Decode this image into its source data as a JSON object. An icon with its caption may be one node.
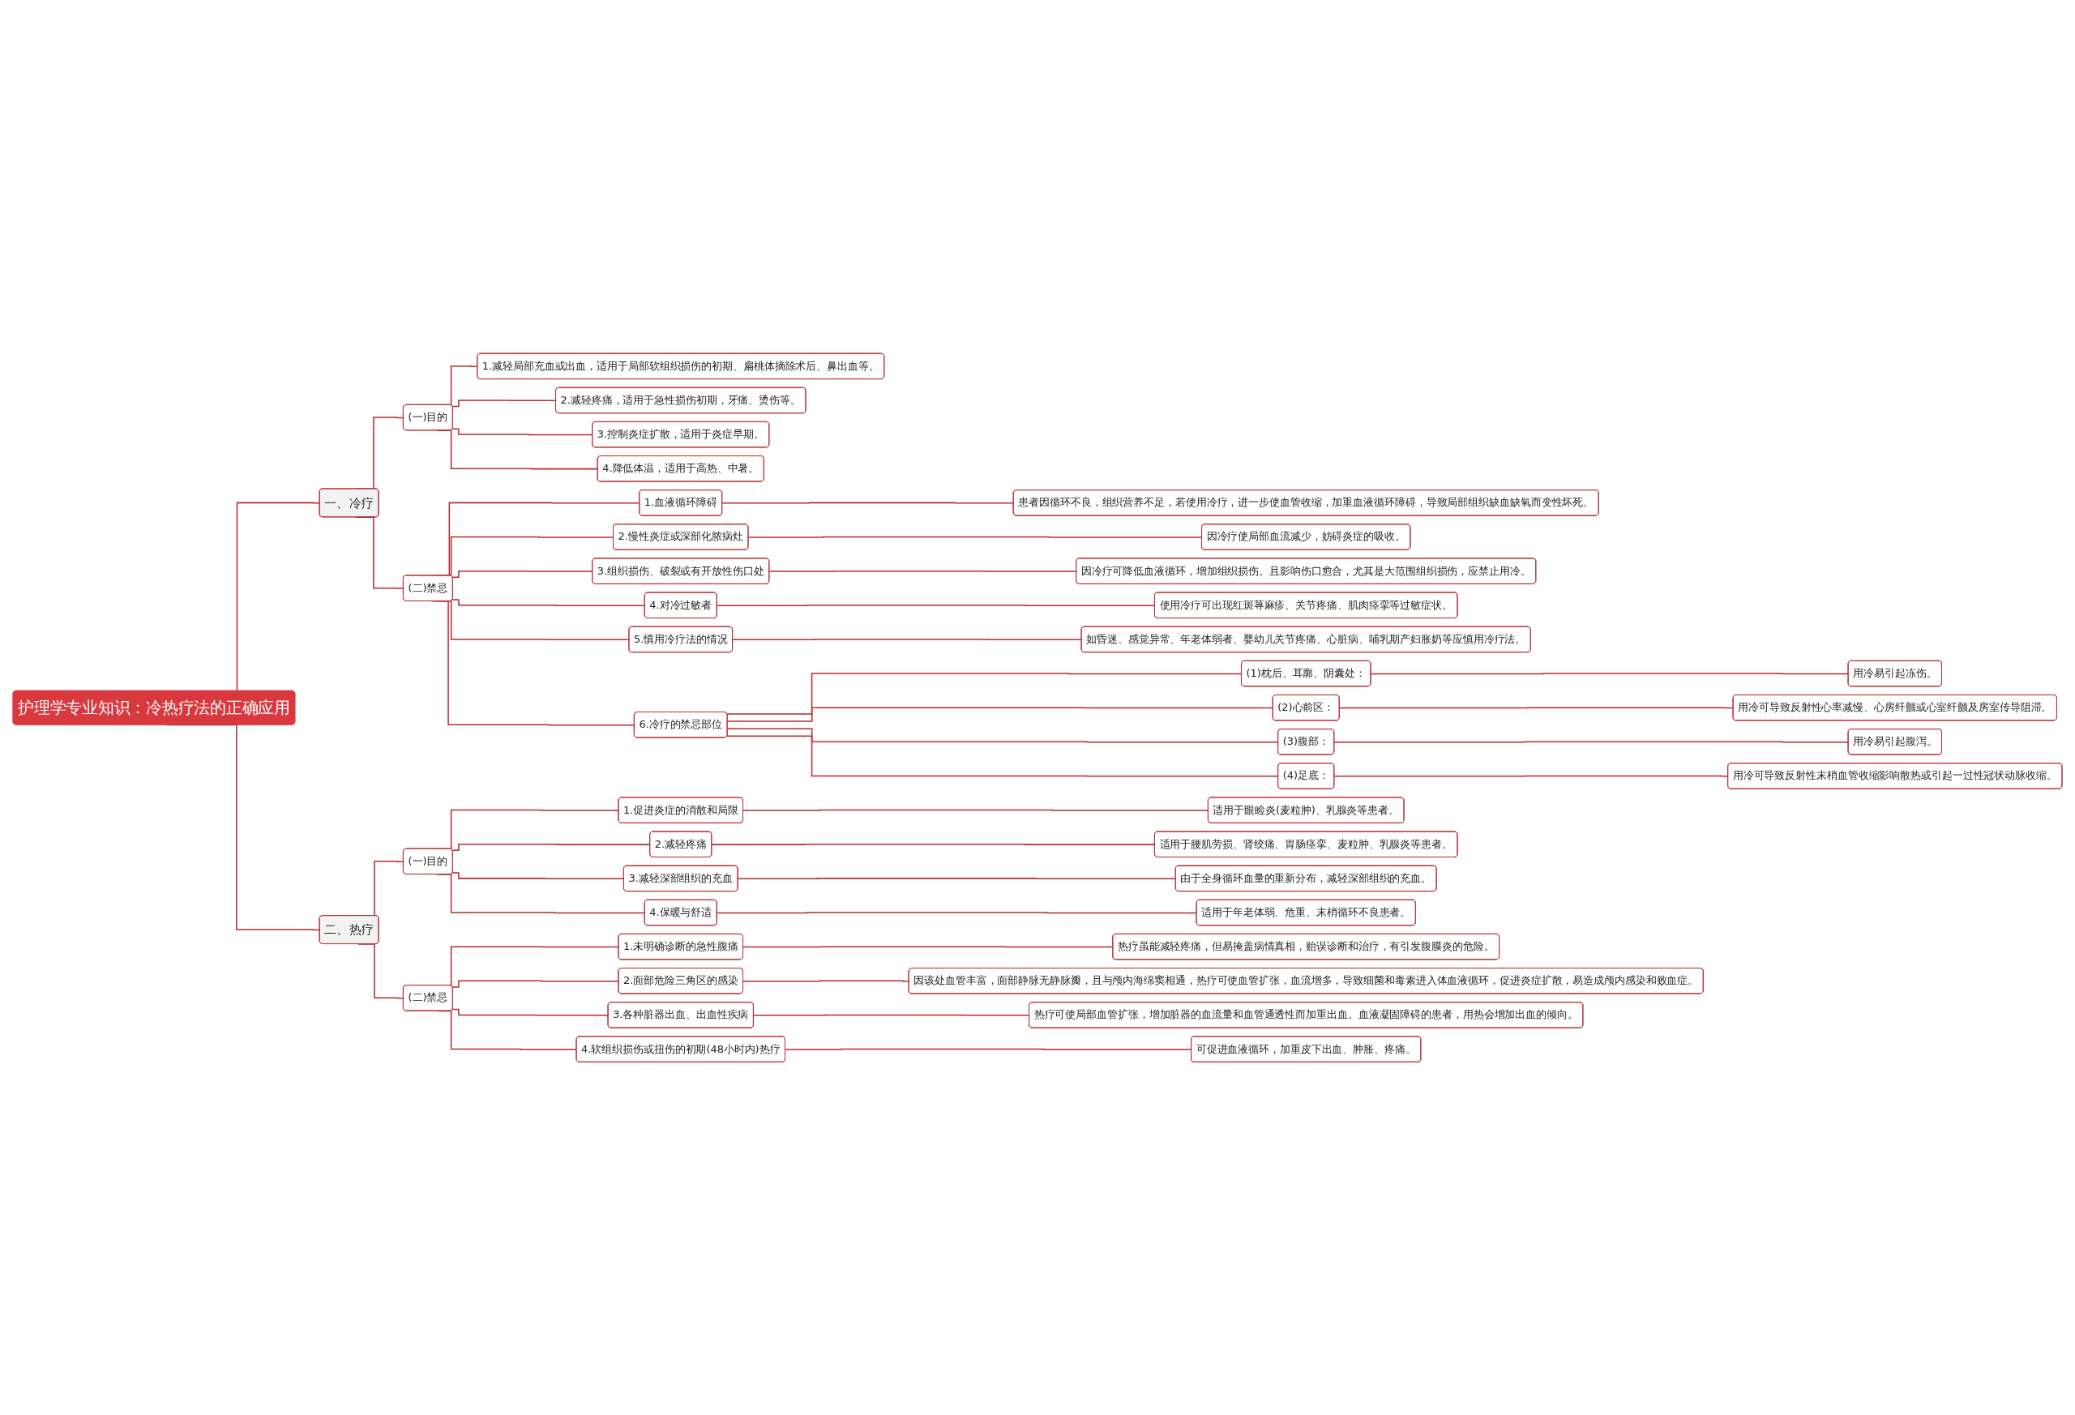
{
  "diagram": {
    "nodes": [
      {
        "text": [
          "护理学专业知识：冷热疗法的正确应用"
        ]
      },
      {
        "text": [
          "一、冷疗"
        ]
      },
      {
        "text": [
          "(一)目的"
        ]
      },
      {
        "text": [
          "1.减轻局部充血或出血，适用于局部软组织损伤的初期、扁桃体摘除术后、鼻出血等。"
        ]
      },
      {
        "text": [
          "2.减轻疼痛，适用于急性损伤初期，牙痛、烫伤等。"
        ]
      },
      {
        "text": [
          "3.控制炎症扩散，适用于炎症早期。"
        ]
      },
      {
        "text": [
          "4.降低体温，适用于高热、中暑。"
        ]
      },
      {
        "text": [
          "(二)禁忌"
        ]
      },
      {
        "text": [
          "1.血液循环障碍"
        ]
      },
      {
        "text": [
          "患者因循环不良，组织营养不足，若使用冷疗，进一步使血管收缩，加重血液循环障碍，导致局部组织缺血缺氧而变性坏死。"
        ]
      },
      {
        "text": [
          "2.慢性炎症或深部化脓病灶"
        ]
      },
      {
        "text": [
          "因冷疗使局部血流减少，妨碍炎症的吸收。"
        ]
      },
      {
        "text": [
          "3.组织损伤、破裂或有开放性伤口处"
        ]
      },
      {
        "text": [
          "因冷疗可降低血液循环，增加组织损伤。且影响伤口愈合，尤其是大范围组织损伤，应禁止用冷。"
        ]
      },
      {
        "text": [
          "4.对冷过敏者"
        ]
      },
      {
        "text": [
          "使用冷疗可出现红斑荨麻疹、关节疼痛、肌肉痉挛等过敏症状。"
        ]
      },
      {
        "text": [
          "5.慎用冷疗法的情况"
        ]
      },
      {
        "text": [
          "如昏迷、感觉异常、年老体弱者、婴幼儿关节疼痛、心脏病、哺乳期产妇胀奶等应慎用冷疗法。"
        ]
      },
      {
        "text": [
          "6.冷疗的禁忌部位"
        ]
      },
      {
        "text": [
          "(1)枕后、耳廓、阴囊处："
        ]
      },
      {
        "text": [
          "用冷易引起冻伤。"
        ]
      },
      {
        "text": [
          "(2)心前区："
        ]
      },
      {
        "text": [
          "用冷可导致反射性心率减慢、心房纤颤或心室纤颤及房室传导阻滞。"
        ]
      },
      {
        "text": [
          "(3)腹部："
        ]
      },
      {
        "text": [
          "用冷易引起腹泻。"
        ]
      },
      {
        "text": [
          "(4)足底："
        ]
      },
      {
        "text": [
          "用冷可导致反射性末梢血管收缩影响散热或引起一过性冠状动脉收缩。"
        ]
      },
      {
        "text": [
          "二、热疗"
        ]
      },
      {
        "text": [
          "(一)目的"
        ]
      },
      {
        "text": [
          "1.促进炎症的消散和局限"
        ]
      },
      {
        "text": [
          "适用于眼睑炎(麦粒肿)、乳腺炎等患者。"
        ]
      },
      {
        "text": [
          "2.减轻疼痛"
        ]
      },
      {
        "text": [
          "适用于腰肌劳损、肾绞痛、胃肠痉挛、麦粒肿、乳腺炎等患者。"
        ]
      },
      {
        "text": [
          "3.减轻深部组织的充血"
        ]
      },
      {
        "text": [
          "由于全身循环血量的重新分布，减轻深部组织的充血。"
        ]
      },
      {
        "text": [
          "4.保暖与舒适"
        ]
      },
      {
        "text": [
          "适用于年老体弱、危重、末梢循环不良患者。"
        ]
      },
      {
        "text": [
          "(二)禁忌"
        ]
      },
      {
        "text": [
          "1.未明确诊断的急性腹痛"
        ]
      },
      {
        "text": [
          "热疗虽能减轻疼痛，但易掩盖病情真相，贻误诊断和治疗，有引发腹膜炎的危险。"
        ]
      },
      {
        "text": [
          "2.面部危险三角区的感染"
        ]
      },
      {
        "text": [
          "因该处血管丰富，面部静脉无静脉瓣，且与颅内海绵窦相通，热疗可使血管扩张，血流增多，导致细菌和毒素进入体血液循环，促进炎症扩散，易造成颅内感染和败血症。"
        ]
      },
      {
        "text": [
          "3.各种脏器出血、出血性疾病"
        ]
      },
      {
        "text": [
          "热疗可使局部血管扩张，增加脏器的血流量和血管通透性而加重出血。血液凝固障碍的患者，用热会增加出血的倾向。"
        ]
      },
      {
        "text": [
          "4.软组织损伤或扭伤的初期(48小时内)热疗"
        ]
      },
      {
        "text": [
          "可促进血液循环，加重皮下出血、肿胀、疼痛。"
        ]
      }
    ],
    "edges": [
      {
        "from": 0,
        "to": 1,
        "arrow": "none"
      },
      {
        "from": 1,
        "to": 2,
        "arrow": "none"
      },
      {
        "from": 2,
        "to": 3,
        "arrow": "none"
      },
      {
        "from": 2,
        "to": 4,
        "arrow": "none"
      },
      {
        "from": 2,
        "to": 5,
        "arrow": "none"
      },
      {
        "from": 2,
        "to": 6,
        "arrow": "none"
      },
      {
        "from": 1,
        "to": 7,
        "arrow": "none"
      },
      {
        "from": 7,
        "to": 8,
        "arrow": "none"
      },
      {
        "from": 8,
        "to": 9,
        "arrow": "none"
      },
      {
        "from": 7,
        "to": 10,
        "arrow": "none"
      },
      {
        "from": 10,
        "to": 11,
        "arrow": "none"
      },
      {
        "from": 7,
        "to": 12,
        "arrow": "none"
      },
      {
        "from": 12,
        "to": 13,
        "arrow": "none"
      },
      {
        "from": 7,
        "to": 14,
        "arrow": "none"
      },
      {
        "from": 14,
        "to": 15,
        "arrow": "none"
      },
      {
        "from": 7,
        "to": 16,
        "arrow": "none"
      },
      {
        "from": 16,
        "to": 17,
        "arrow": "none"
      },
      {
        "from": 7,
        "to": 18,
        "arrow": "none"
      },
      {
        "from": 18,
        "to": 19,
        "arrow": "none"
      },
      {
        "from": 19,
        "to": 20,
        "arrow": "none"
      },
      {
        "from": 18,
        "to": 21,
        "arrow": "none"
      },
      {
        "from": 21,
        "to": 22,
        "arrow": "none"
      },
      {
        "from": 18,
        "to": 23,
        "arrow": "none"
      },
      {
        "from": 23,
        "to": 24,
        "arrow": "none"
      },
      {
        "from": 18,
        "to": 25,
        "arrow": "none"
      },
      {
        "from": 25,
        "to": 26,
        "arrow": "none"
      },
      {
        "from": 0,
        "to": 27,
        "arrow": "none"
      },
      {
        "from": 27,
        "to": 28,
        "arrow": "none"
      },
      {
        "from": 28,
        "to": 29,
        "arrow": "none"
      },
      {
        "from": 29,
        "to": 30,
        "arrow": "none"
      },
      {
        "from": 28,
        "to": 31,
        "arrow": "none"
      },
      {
        "from": 31,
        "to": 32,
        "arrow": "none"
      },
      {
        "from": 28,
        "to": 33,
        "arrow": "none"
      },
      {
        "from": 33,
        "to": 34,
        "arrow": "none"
      },
      {
        "from": 28,
        "to": 35,
        "arrow": "none"
      },
      {
        "from": 35,
        "to": 36,
        "arrow": "none"
      },
      {
        "from": 27,
        "to": 37,
        "arrow": "none"
      },
      {
        "from": 37,
        "to": 38,
        "arrow": "none"
      },
      {
        "from": 38,
        "to": 39,
        "arrow": "none"
      },
      {
        "from": 37,
        "to": 40,
        "arrow": "none"
      },
      {
        "from": 40,
        "to": 41,
        "arrow": "none"
      },
      {
        "from": 37,
        "to": 42,
        "arrow": "none"
      },
      {
        "from": 42,
        "to": 43,
        "arrow": "none"
      },
      {
        "from": 37,
        "to": 44,
        "arrow": "none"
      },
      {
        "from": 44,
        "to": 45,
        "arrow": "none"
      }
    ]
  }
}
